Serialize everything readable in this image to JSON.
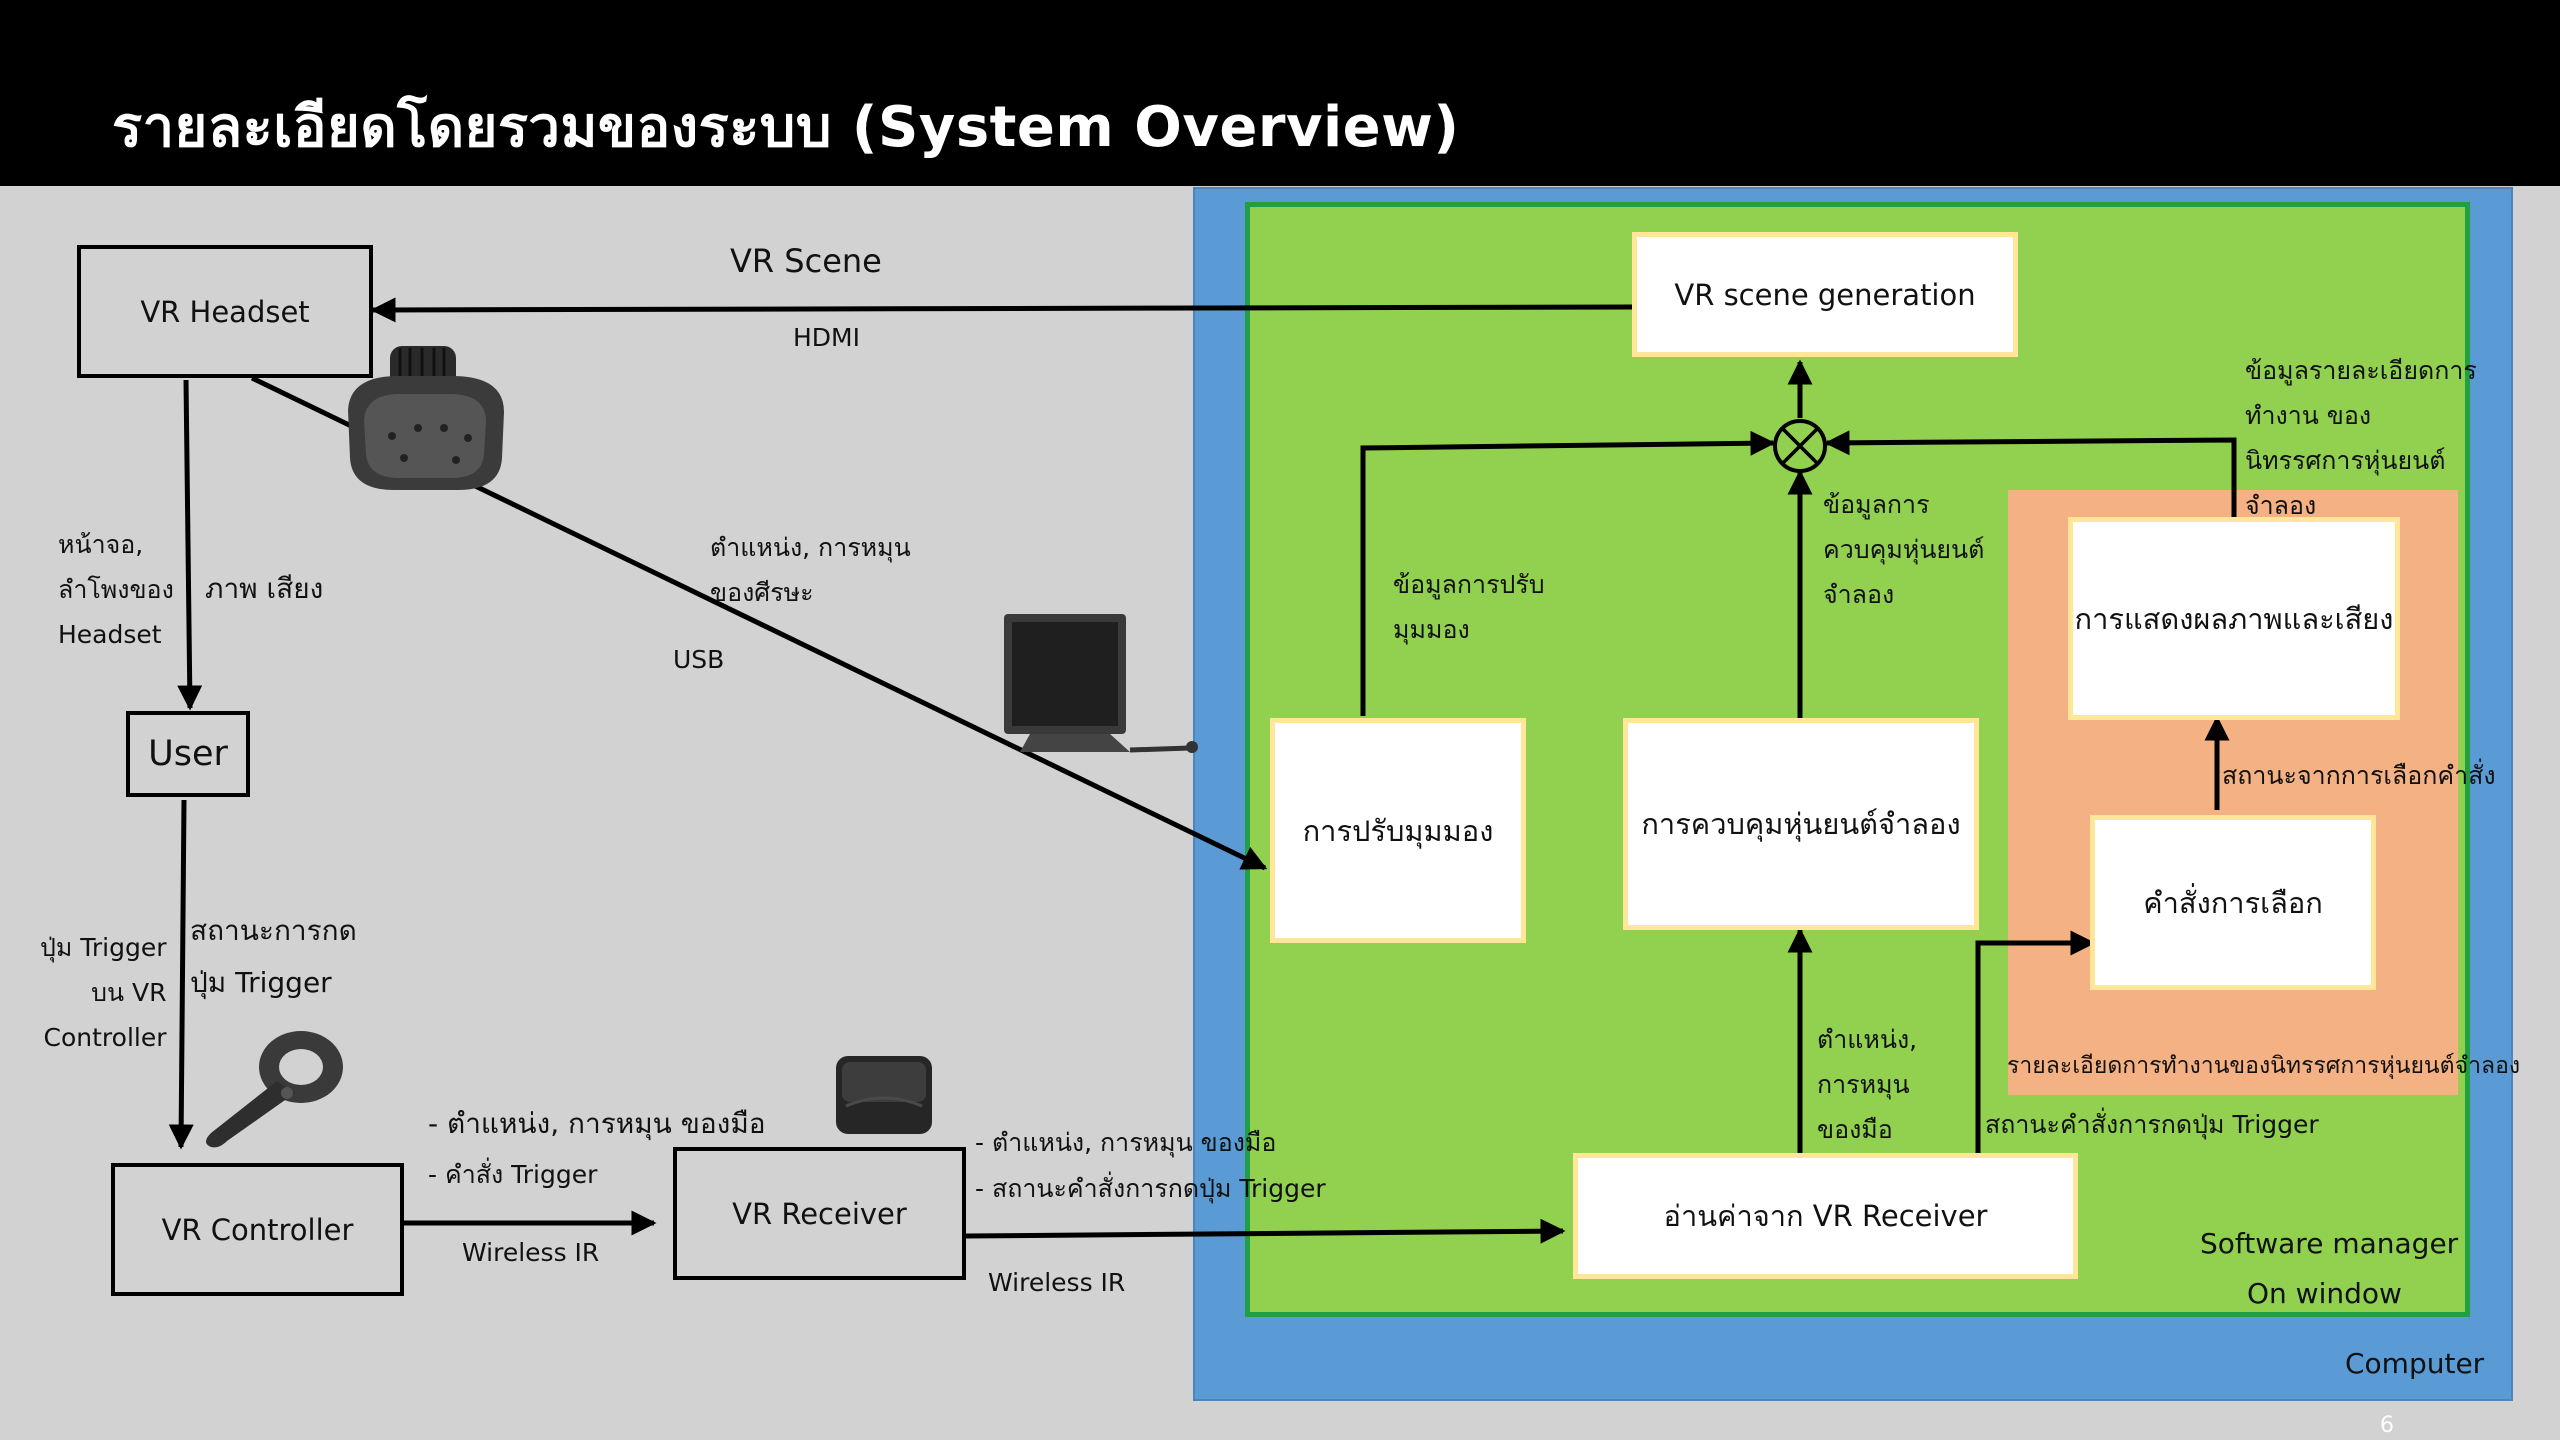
{
  "title": "รายละเอียดโดยรวมของระบบ (System Overview)",
  "regions": {
    "computer": "Computer",
    "software_line1": "Software manager",
    "software_line2": "On window",
    "simulator": "รายละเอียดการทำงานของนิทรรศการหุ่นยนต์จำลอง"
  },
  "devices": {
    "vr_headset": "VR Headset",
    "user": "User",
    "vr_controller": "VR Controller",
    "vr_receiver": "VR Receiver"
  },
  "modules": {
    "scene_generation": "VR scene generation",
    "view_adjust": "การปรับมุมมอง",
    "robot_control": "การควบคุมหุ่นยนต์จำลอง",
    "receiver_read": "อ่านค่าจาก VR Receiver",
    "display_av": "การแสดงผลภาพและเสียง",
    "selection_cmd": "คำสั่งการเลือก"
  },
  "links": {
    "vr_scene": "VR Scene",
    "hdmi": "HDMI",
    "head_pose": "ตำแหน่ง, การหมุน\nของศีรษะ",
    "usb": "USB",
    "headset_output": "หน้าจอ,\nลำโพงของ\nHeadset",
    "image_sound": "ภาพ เสียง",
    "trigger_button": "ปุ่ม Trigger\nบน VR\nController",
    "trigger_state": "สถานะการกด\nปุ่ม Trigger",
    "hand_pose": "- ตำแหน่ง, การหมุน ของมือ",
    "trigger_cmd": "- คำสั่ง Trigger",
    "wireless_ir_1": "Wireless IR",
    "hand_pose_2": "- ตำแหน่ง, การหมุน ของมือ",
    "trigger_cmd_state": "- สถานะคำสั่งการกดปุ่ม Trigger",
    "wireless_ir_2": "Wireless IR",
    "view_data": "ข้อมูลการปรับ\nมุมมอง",
    "robot_data": "ข้อมูลการ\nควบคุมหุ่นยนต์\nจำลอง",
    "exhibit_data": "ข้อมูลรายละเอียดการ\nทำงาน ของ\nนิทรรศการหุ่นยนต์\nจำลอง",
    "selection_state": "สถานะจากการเลือกคำสั่ง",
    "hand_pose_3": "ตำแหน่ง,\nการหมุน\nของมือ",
    "trigger_cmd_state_2": "สถานะคำสั่งการกดปุ่ม Trigger"
  },
  "page_number": "6",
  "colors": {
    "title_bar": "#000000",
    "background": "#d3d2d3",
    "computer": "#5b9bd5",
    "software": "#92d050",
    "software_border": "#20a040",
    "simulator": "#f4b183",
    "module_border": "#ffe699"
  },
  "icons": [
    "vr-headset-icon",
    "monitor-icon",
    "vr-controller-icon",
    "vr-receiver-icon",
    "summing-junction-icon"
  ]
}
